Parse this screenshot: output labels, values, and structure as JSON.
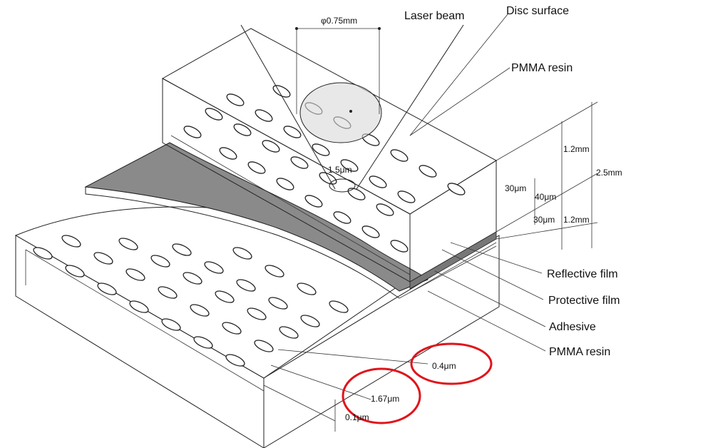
{
  "labels": {
    "laser_beam": "Laser beam",
    "disc_surface": "Disc surface",
    "pmma_resin_top": "PMMA resin",
    "reflective_film": "Reflective film",
    "protective_film": "Protective film",
    "adhesive": "Adhesive",
    "pmma_resin_bottom": "PMMA resin"
  },
  "dimensions": {
    "beam_diameter": "φ0.75mm",
    "spot_size": "1.5μm",
    "top_thickness": "1.2mm",
    "bottom_thickness": "1.2mm",
    "total_thickness": "2.5mm",
    "film_30_top": "30μm",
    "film_40": "40μm",
    "film_30_bottom": "30μm",
    "track_pitch": "1.67μm",
    "pit_width": "0.4μm",
    "pit_depth": "0.1μm"
  },
  "highlight_color": "#e0141b",
  "shading_color": "#8a8a8a"
}
